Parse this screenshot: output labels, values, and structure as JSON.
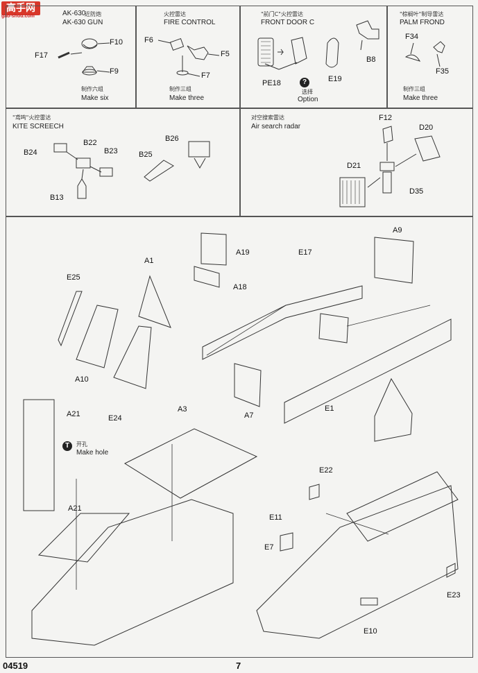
{
  "logo": {
    "text": "高手网",
    "url": "gao-shou.com"
  },
  "sections": {
    "ak630": {
      "code": "AK-630",
      "cn": "近防炮",
      "en": "AK-630 GUN",
      "make_cn": "制作六组",
      "make_en": "Make six",
      "parts": [
        "F10",
        "F17",
        "F9"
      ]
    },
    "fire_control": {
      "cn": "火控雷达",
      "en": "FIRE CONTROL",
      "make_cn": "制作三组",
      "make_en": "Make three",
      "parts": [
        "F6",
        "F5",
        "F7"
      ]
    },
    "front_door": {
      "cn": "\"前门C\"火控雷达",
      "en": "FRONT DOOR C",
      "option_cn": "选择",
      "option_en": "Option",
      "parts": [
        "B8",
        "PE18",
        "E19"
      ]
    },
    "palm_frond": {
      "cn": "\"棕榈叶\"制导雷达",
      "en": "PALM FROND",
      "make_cn": "制作三组",
      "make_en": "Make three",
      "parts": [
        "F34",
        "F35"
      ]
    },
    "kite_screech": {
      "cn": "\"鸢鸣\"火控雷达",
      "en": "KITE SCREECH",
      "parts": [
        "B24",
        "B22",
        "B23",
        "B13",
        "B26",
        "B25"
      ]
    },
    "air_search": {
      "cn": "对空搜索雷达",
      "en": "Air search radar",
      "parts": [
        "F12",
        "D20",
        "D21",
        "D35"
      ]
    }
  },
  "main": {
    "parts": [
      "A1",
      "E25",
      "A10",
      "E24",
      "A19",
      "A18",
      "E17",
      "A9",
      "A7",
      "E1",
      "A21",
      "A3",
      "A21",
      "E22",
      "E11",
      "E7",
      "E10",
      "E23"
    ],
    "hole_cn": "开孔",
    "hole_en": "Make hole",
    "hole_symbol": "T"
  },
  "footer": {
    "code": "04519",
    "page": "7"
  }
}
